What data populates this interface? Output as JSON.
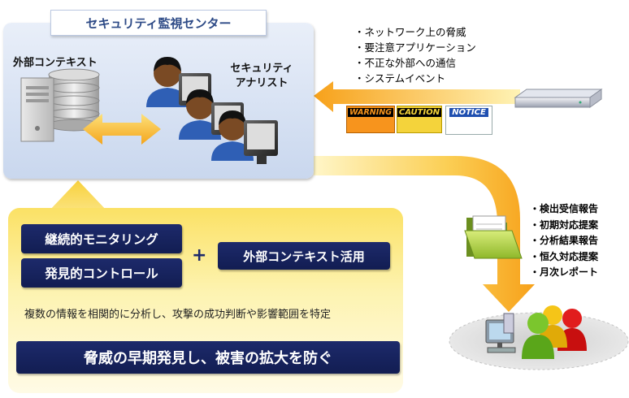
{
  "soc": {
    "title": "セキュリティ監視センター",
    "external_context_label": "外部コンテキスト",
    "analyst_label_line1": "セキュリティ",
    "analyst_label_line2": "アナリスト"
  },
  "incoming_items": [
    "・ネットワーク上の脅威",
    "・要注意アプリケーション",
    "・不正な外部への通信",
    "・システムイベント"
  ],
  "signs": {
    "warning": "WARNING",
    "caution": "CAUTION",
    "notice": "NOTICE"
  },
  "deliverables": [
    "・検出受信報告",
    "・初期対応提案",
    "・分析結果報告",
    "・恒久対応提案",
    "・月次レポート"
  ],
  "services": {
    "monitoring": "継続的モニタリング",
    "control": "発見的コントロール",
    "plus": "+",
    "context": "外部コンテキスト活用",
    "analysis": "複数の情報を相関的に分析し、攻撃の成功判断や影響範囲を特定",
    "goal": "脅威の早期発見し、被害の拡大を防ぐ"
  },
  "colors": {
    "navy": "#1d2a6b",
    "arrow_orange": "#f7a823",
    "arrow_yellow": "#fde27a",
    "warning": "#f7941d",
    "caution": "#f4d33b"
  }
}
